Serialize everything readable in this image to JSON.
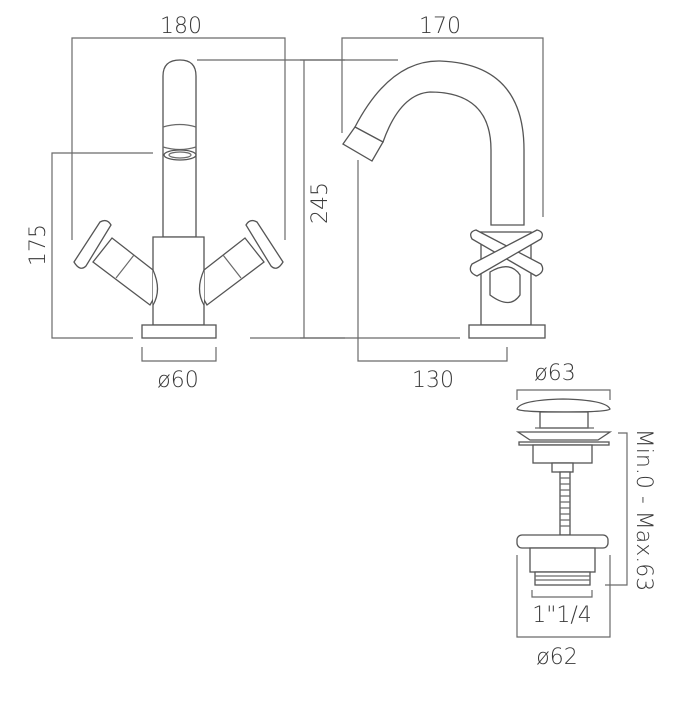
{
  "front_view": {
    "width_label": "180",
    "tap_height_label": "175",
    "overall_height_label": "245",
    "base_diameter_label": "ø60"
  },
  "side_view": {
    "spout_width_label": "170",
    "spout_reach_label": "130"
  },
  "waste": {
    "cap_diameter_label": "ø63",
    "thread_size_label": "1\"1/4",
    "body_diameter_label": "ø62",
    "adjustment_range_label": "Min.0 - Max.63"
  },
  "colors": {
    "line": "#6a6a6a",
    "text": "#3a3a3a"
  }
}
